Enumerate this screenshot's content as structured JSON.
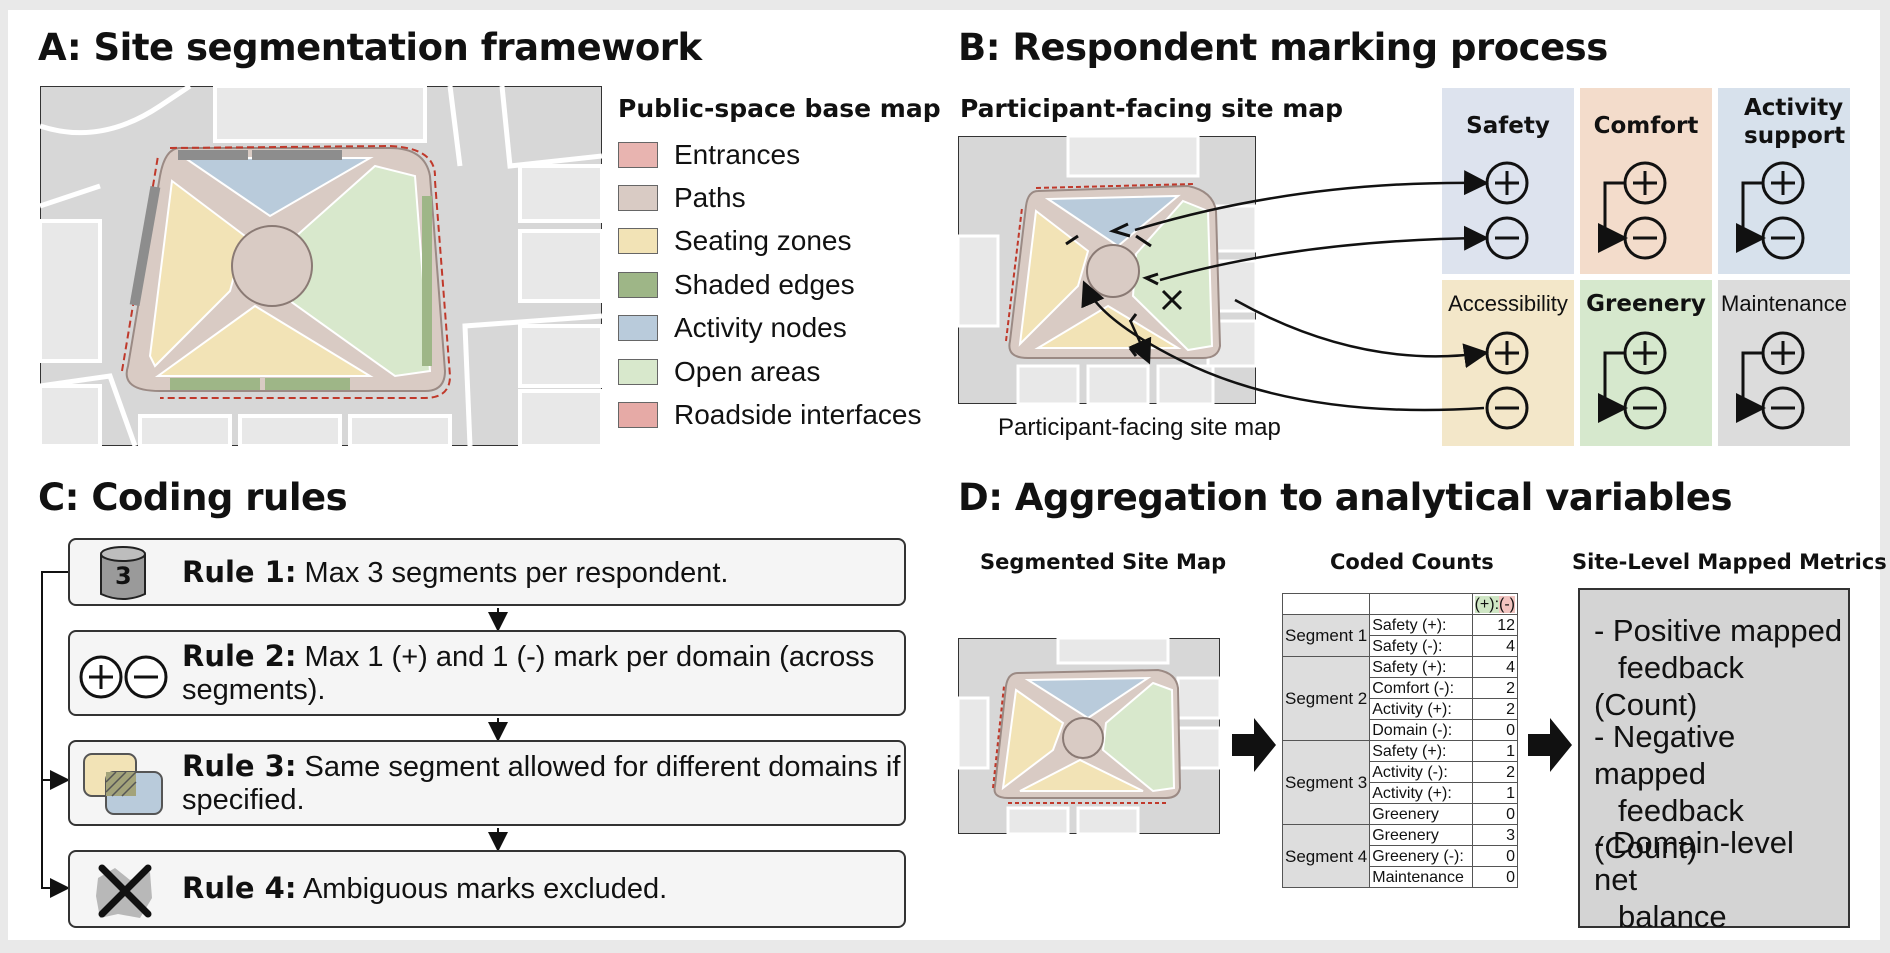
{
  "panels": {
    "a_title": "A: Site segmentation framework",
    "b_title": "B: Respondent marking process",
    "c_title": "C: Coding rules",
    "d_title": "D: Aggregation to analytical variables"
  },
  "panel_a": {
    "legend_title": "Public-space base map",
    "legend": [
      {
        "label": "Entrances",
        "color": "#e8b4b0"
      },
      {
        "label": "Paths",
        "color": "#d9cbc4"
      },
      {
        "label": "Seating zones",
        "color": "#f2e3b6"
      },
      {
        "label": "Shaded edges",
        "color": "#9eb687"
      },
      {
        "label": "Activity nodes",
        "color": "#b9cbdb"
      },
      {
        "label": "Open areas",
        "color": "#d8e8cc"
      },
      {
        "label": "Roadside interfaces",
        "color": "#e6aaa6"
      }
    ]
  },
  "panel_b": {
    "map_title": "Participant-facing site map",
    "map_caption": "Participant-facing site map",
    "domains": [
      {
        "name": "Safety",
        "bg": "#dde3ee"
      },
      {
        "name": "Comfort",
        "bg": "#f3dccb"
      },
      {
        "name": "Activity support",
        "bg": "#d7e1ec"
      },
      {
        "name": "Accessibility",
        "bg": "#f3e7c9"
      },
      {
        "name": "Greenery",
        "bg": "#d6e8cd"
      },
      {
        "name": "Maintenance",
        "bg": "#dcdcdc"
      }
    ],
    "plus_symbol": "+",
    "minus_symbol": "−"
  },
  "panel_c": {
    "rules": [
      {
        "label": "Rule 1:",
        "text": "Max 3 segments per respondent.",
        "icon_text": "3"
      },
      {
        "label": "Rule 2:",
        "text": "Max 1 (+) and 1 (-) mark per domain (across",
        "text2": "segments)."
      },
      {
        "label": "Rule 3:",
        "text": "Same segment allowed for different domains if",
        "text2": "specified."
      },
      {
        "label": "Rule 4:",
        "text": "Ambiguous marks excluded."
      }
    ]
  },
  "panel_d": {
    "map_title": "Segmented Site Map",
    "counts_title": "Coded Counts",
    "metrics_title": "Site-Level Mapped Metrics",
    "header_plus": "(+):",
    "header_minus": "(-)",
    "segments": [
      {
        "name": "Segment 1",
        "rows": [
          {
            "label": "Safety (+):",
            "value": "12"
          },
          {
            "label": "Safety (-):",
            "value": "4"
          }
        ]
      },
      {
        "name": "Segment 2",
        "rows": [
          {
            "label": "Safety (+):",
            "value": "4"
          },
          {
            "label": "Comfort (-):",
            "value": "2"
          },
          {
            "label": "Activity (+):",
            "value": "2"
          },
          {
            "label": "Domain (-):",
            "value": "0"
          }
        ]
      },
      {
        "name": "Segment 3",
        "rows": [
          {
            "label": "Safety (+):",
            "value": "1"
          },
          {
            "label": "Activity (-):",
            "value": "2"
          },
          {
            "label": "Activity (+):",
            "value": "1"
          },
          {
            "label": "Greenery",
            "value": "0"
          }
        ]
      },
      {
        "name": "Segment 4",
        "rows": [
          {
            "label": "Greenery",
            "value": "3"
          },
          {
            "label": "Greenery (-):",
            "value": "0"
          },
          {
            "label": "Maintenance",
            "value": "0"
          }
        ]
      }
    ],
    "metrics": [
      {
        "line1": "- Positive mapped",
        "line2": "feedback (Count)"
      },
      {
        "line1": "- Negative mapped",
        "line2": "feedback (Count)"
      },
      {
        "line1": "- Domain-level net",
        "line2": "balance"
      }
    ]
  }
}
